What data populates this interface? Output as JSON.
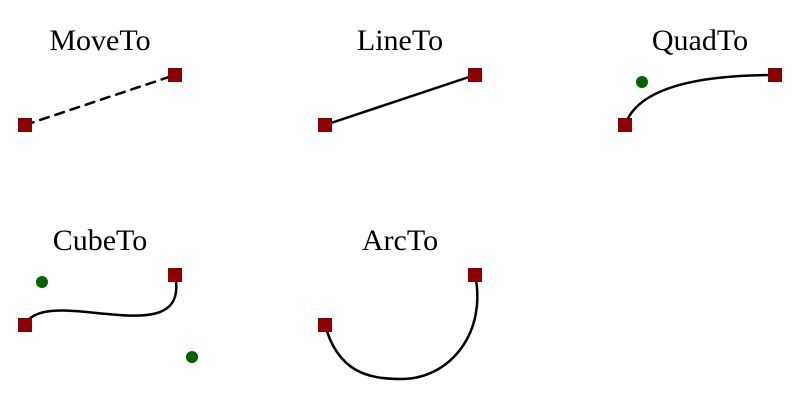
{
  "colors": {
    "background": "#ffffff",
    "stroke": "#000000",
    "endpoint": "#8b0000",
    "control_point": "#006400"
  },
  "panels": [
    {
      "id": "moveto",
      "title": "MoveTo",
      "kind": "move",
      "dashed": true
    },
    {
      "id": "lineto",
      "title": "LineTo",
      "kind": "line",
      "dashed": false
    },
    {
      "id": "quadto",
      "title": "QuadTo",
      "kind": "quad",
      "dashed": false
    },
    {
      "id": "cubeto",
      "title": "CubeTo",
      "kind": "cube",
      "dashed": false
    },
    {
      "id": "arcto",
      "title": "ArcTo",
      "kind": "arc",
      "dashed": false
    }
  ]
}
